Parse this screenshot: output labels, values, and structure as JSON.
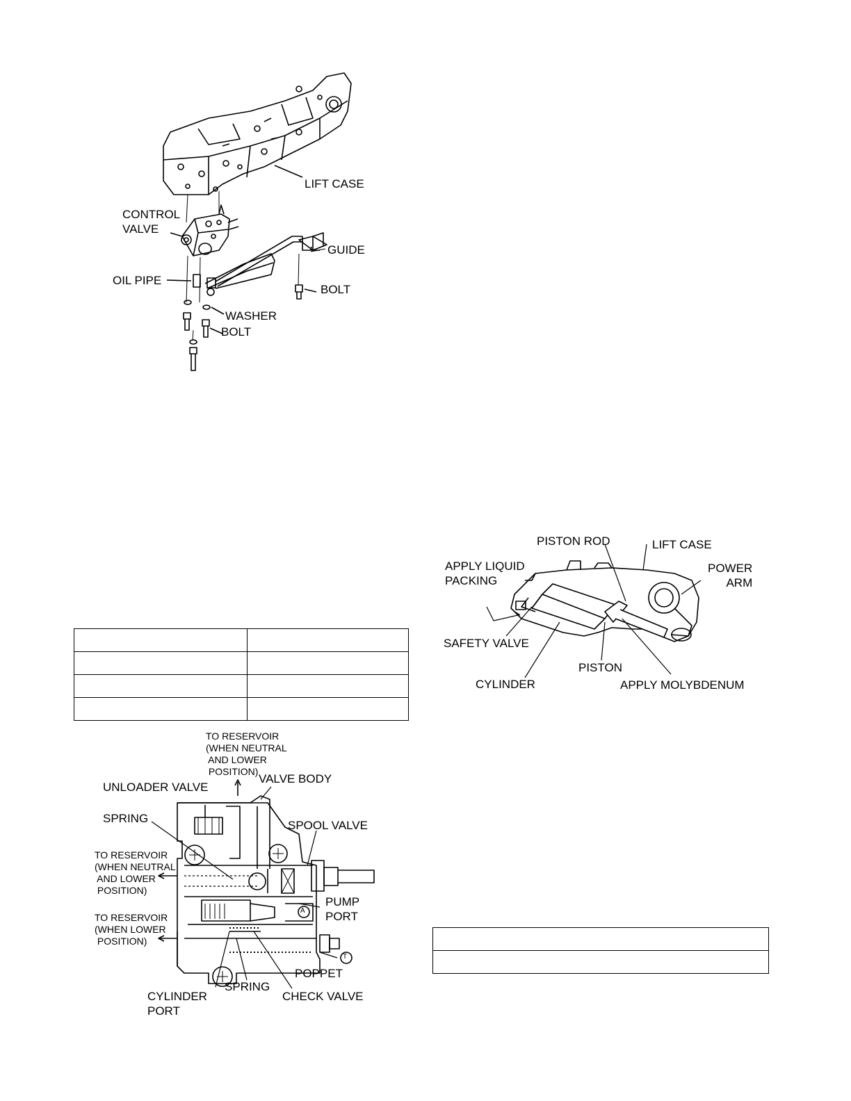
{
  "figure_lift_case": {
    "labels": {
      "lift_case": "LIFT CASE",
      "control_valve": "CONTROL\nVALVE",
      "guide": "GUIDE",
      "oil_pipe": "OIL PIPE",
      "bolt_right": "BOLT",
      "washer": "WASHER",
      "bolt_lower": "BOLT"
    }
  },
  "figure_cylinder": {
    "labels": {
      "piston_rod": "PISTON ROD",
      "lift_case": "LIFT CASE",
      "apply_liquid_packing": "APPLY LIQUID\nPACKING",
      "power_arm": "POWER\nARM",
      "safety_valve": "SAFETY VALVE",
      "piston": "PISTON",
      "cylinder": "CYLINDER",
      "apply_molybdenum": "APPLY MOLYBDENUM"
    }
  },
  "figure_control_valve": {
    "labels": {
      "to_reservoir_top": "TO RESERVOIR\n(WHEN NEUTRAL\n AND LOWER\n POSITION)",
      "unloader_valve": "UNLOADER VALVE",
      "valve_body": "VALVE BODY",
      "spring_top": "SPRING",
      "spool_valve": "SPOOL VALVE",
      "to_reservoir_mid": "TO RESERVOIR\n(WHEN NEUTRAL\n AND LOWER\n POSITION)",
      "pump_port": "PUMP\nPORT",
      "to_reservoir_low": "TO RESERVOIR\n(WHEN LOWER\n POSITION)",
      "poppet": "POPPET",
      "cylinder_port": "CYLINDER\nPORT",
      "spring_bottom": "SPRING",
      "check_valve": "CHECK VALVE",
      "marker_a": "A",
      "marker_t": "T"
    }
  }
}
